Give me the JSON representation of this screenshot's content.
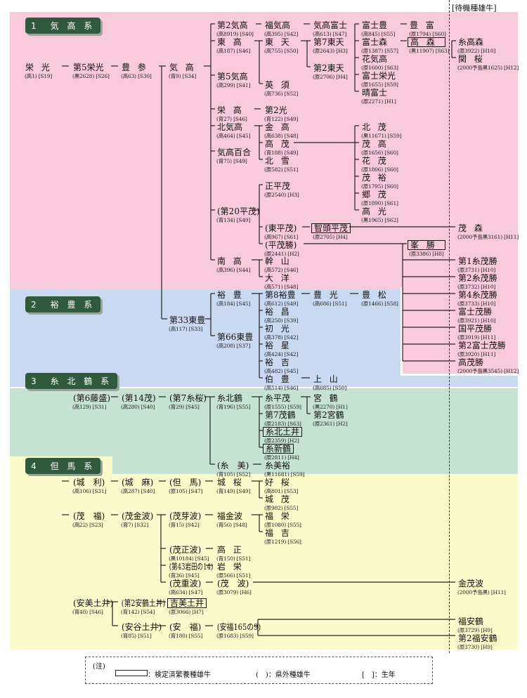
{
  "header": {
    "standby_label": "[待機種雄牛]"
  },
  "sections": [
    {
      "label": "1　気 高 系",
      "color": "#f9c9dc"
    },
    {
      "label": "2　裕 豊 系",
      "color": "#c9d9f2"
    },
    {
      "label": "3　糸 北 鶴 系",
      "color": "#c6e2d2"
    },
    {
      "label": "4　但 馬 系",
      "color": "#fbfacb"
    }
  ],
  "nodes": [
    {
      "name": "栄光",
      "sub": "(高1) [S19]"
    },
    {
      "name": "第5栄光",
      "sub": "(黒2628) [S26]"
    },
    {
      "name": "豊参",
      "sub": "(高63) [S30]"
    },
    {
      "name": "気高",
      "sub": "(育9) [S34]"
    },
    {
      "name": "第2気高",
      "sub": "(高8919) [S40]"
    },
    {
      "name": "東高",
      "sub": "(高187) [S46]"
    },
    {
      "name": "第5気高",
      "sub": "(高299) [S41]"
    },
    {
      "name": "栄高",
      "sub": "(育27) [S46]"
    },
    {
      "name": "北気高",
      "sub": "(高464) [S45]"
    },
    {
      "name": "気高百合",
      "sub": "(育75) [S49]"
    },
    {
      "name": "(第20平茂)",
      "sub": "(育134) [S49]"
    },
    {
      "name": "南高",
      "sub": "(高396) [S44]"
    },
    {
      "name": "福気高",
      "sub": "(高395) [S42]"
    },
    {
      "name": "東天",
      "sub": "(高755) [S50]"
    },
    {
      "name": "英須",
      "sub": "(高736) [S52]"
    },
    {
      "name": "第2光",
      "sub": "(育122) [S49]"
    },
    {
      "name": "金高",
      "sub": "(高638) [S48]"
    },
    {
      "name": "高茂",
      "sub": "(育188) [S49]"
    },
    {
      "name": "北雪",
      "sub": "(原582) [S51]"
    },
    {
      "name": "正平茂",
      "sub": "(原2540) [H3]"
    },
    {
      "name": "(東平茂)",
      "sub": "(高967) [S61]"
    },
    {
      "name": "(平茂勝)",
      "sub": "(原2441) [H2]"
    },
    {
      "name": "幹山",
      "sub": "(高572) [S46]"
    },
    {
      "name": "大洋",
      "sub": "(高571) [S48]"
    },
    {
      "name": "気高富士",
      "sub": "(高613) [S47]"
    },
    {
      "name": "第7東天",
      "sub": "(原2643) [H3]"
    },
    {
      "name": "第2東天",
      "sub": "(原2706) [H4]"
    },
    {
      "name": "智頭平茂",
      "sub": "(原2705) [H4]",
      "certified": true
    },
    {
      "name": "富士豊",
      "sub": "(高845) [S55]"
    },
    {
      "name": "富士森",
      "sub": "(原1387) [S57]"
    },
    {
      "name": "花気高",
      "sub": "(原1600) [S63]"
    },
    {
      "name": "富士栄光",
      "sub": "(原1655) [S59]"
    },
    {
      "name": "晴富士",
      "sub": "(原2271) [H1]"
    },
    {
      "name": "北茂",
      "sub": "(黒11671) [S59]"
    },
    {
      "name": "茂高",
      "sub": "(原1656) [S60]"
    },
    {
      "name": "花茂",
      "sub": "(原1806) [S60]"
    },
    {
      "name": "茂裕",
      "sub": "(原1795) [S60]"
    },
    {
      "name": "郷茂",
      "sub": "(原1890) [S61]"
    },
    {
      "name": "高光",
      "sub": "(黒1965) [S62]"
    },
    {
      "name": "豊富",
      "sub": "(原1794) [S60]"
    },
    {
      "name": "高森",
      "sub": "(黒11907) [S63]",
      "certified": true
    },
    {
      "name": "峯勝",
      "sub": "(原3386) [H8]",
      "certified": true
    },
    {
      "name": "糸高森",
      "sub": "(原3922) [H10]"
    },
    {
      "name": "関桜",
      "sub": "(2000予島黒1625) [H12]"
    },
    {
      "name": "茂森",
      "sub": "(2000予島黒3161) [H11]"
    },
    {
      "name": "第1糸茂勝",
      "sub": "(原3731) [H10]"
    },
    {
      "name": "第2糸茂勝",
      "sub": "(原3732) [H10]"
    },
    {
      "name": "第4糸茂勝",
      "sub": "(原3733) [H10]"
    },
    {
      "name": "富士茂勝",
      "sub": "(原3921) [H10]"
    },
    {
      "name": "国平茂勝",
      "sub": "(原3919) [H11]"
    },
    {
      "name": "第2富士茂勝",
      "sub": "(原3920) [H11]"
    },
    {
      "name": "高茂勝",
      "sub": "(2000予島黒3545) [H12]"
    },
    {
      "name": "第33東豊",
      "sub": "(高117) [S33]"
    },
    {
      "name": "裕豊",
      "sub": "(高184) [S45]"
    },
    {
      "name": "第66東豊",
      "sub": "(高208) [S37]"
    },
    {
      "name": "第8裕豊",
      "sub": "(高612) [S49]"
    },
    {
      "name": "裕昌",
      "sub": "(高250) [S39]"
    },
    {
      "name": "初光",
      "sub": "(高378) [S42]"
    },
    {
      "name": "裕星",
      "sub": "(高424) [S42]"
    },
    {
      "name": "裕吉",
      "sub": "(高482) [S45]"
    },
    {
      "name": "伯豊",
      "sub": "(高514) [S46]"
    },
    {
      "name": "豊光",
      "sub": "(高686) [S51]"
    },
    {
      "name": "上山",
      "sub": "(高685) [S50]"
    },
    {
      "name": "豊松",
      "sub": "(原1466) [S58]"
    },
    {
      "name": "(第6藤盛)",
      "sub": "(高129) [S31]"
    },
    {
      "name": "(第14茂)",
      "sub": "(高280) [S40]"
    },
    {
      "name": "(第7糸桜)",
      "sub": "(育29) [S45]"
    },
    {
      "name": "糸北鶴",
      "sub": "(育196) [S55]"
    },
    {
      "name": "(糸　美)",
      "sub": "(育105) [S52]"
    },
    {
      "name": "糸平茂",
      "sub": "(原1555) [S59]"
    },
    {
      "name": "第7茂鶴",
      "sub": "(原2183) [S63]"
    },
    {
      "name": "糸北土井",
      "sub": "(原2359) [H2]",
      "certified": true
    },
    {
      "name": "糸新鶴",
      "sub": "(原2811) [H4]",
      "certified": true
    },
    {
      "name": "糸美裕",
      "sub": "(黒11681) [S59]"
    },
    {
      "name": "宮鶴",
      "sub": "(黒2270) [H1]"
    },
    {
      "name": "第2宮鶴",
      "sub": "(原2361) [H2]"
    },
    {
      "name": "(城　利)",
      "sub": "(高106) [S31]"
    },
    {
      "name": "(城　麻)",
      "sub": "(高287) [S40]"
    },
    {
      "name": "(但　馬)",
      "sub": "(原105) [S47]"
    },
    {
      "name": "城桜",
      "sub": "(育149) [S49]"
    },
    {
      "name": "好桜",
      "sub": "(高801) [S53]"
    },
    {
      "name": "城茂",
      "sub": "(原982) [S55]"
    },
    {
      "name": "(茂　福)",
      "sub": "(高22) [S23]"
    },
    {
      "name": "(茂金波)",
      "sub": "(育7) [S32]"
    },
    {
      "name": "(茂芽波)",
      "sub": "(育15) [S42]"
    },
    {
      "name": "福金波",
      "sub": "(育56) [S48]"
    },
    {
      "name": "福栄",
      "sub": "(原1080) [S55]"
    },
    {
      "name": "福吉",
      "sub": "(原1219) [S56]"
    },
    {
      "name": "(茂正波)",
      "sub": "(黒10184) [S45]"
    },
    {
      "name": "(第43岩田の14)",
      "sub": "(育36) [S45]"
    },
    {
      "name": "(茂重波)",
      "sub": "(高634) [S47]"
    },
    {
      "name": "高正",
      "sub": "(育150) [S51]"
    },
    {
      "name": "岩栄",
      "sub": "(原566) [S51]"
    },
    {
      "name": "(茂　波)",
      "sub": "(原3079) [H6]"
    },
    {
      "name": "金茂波",
      "sub": "(2000予島黒) [H11]"
    },
    {
      "name": "(安美土井)",
      "sub": "(育48) [S46]"
    },
    {
      "name": "(第2安鶴土井)",
      "sub": "(育142) [S54]"
    },
    {
      "name": "吉美土井",
      "sub": "(原3066) [H7]",
      "certified": true
    },
    {
      "name": "(安谷土井)",
      "sub": "(育85) [S51]"
    },
    {
      "name": "(安　福)",
      "sub": "(育180) [S55]"
    },
    {
      "name": "(安福165の9)",
      "sub": "(原1683) [S59]"
    },
    {
      "name": "福安鶴",
      "sub": "(原3729) [H9]"
    },
    {
      "name": "第2福安鶴",
      "sub": "(原3730) [H9]"
    }
  ],
  "legend": {
    "note": "(注)",
    "certified": "：検定済繁養種雄牛",
    "out_of_pref": "(　)：県外種雄牛",
    "birth_year": "[　]：生年"
  }
}
